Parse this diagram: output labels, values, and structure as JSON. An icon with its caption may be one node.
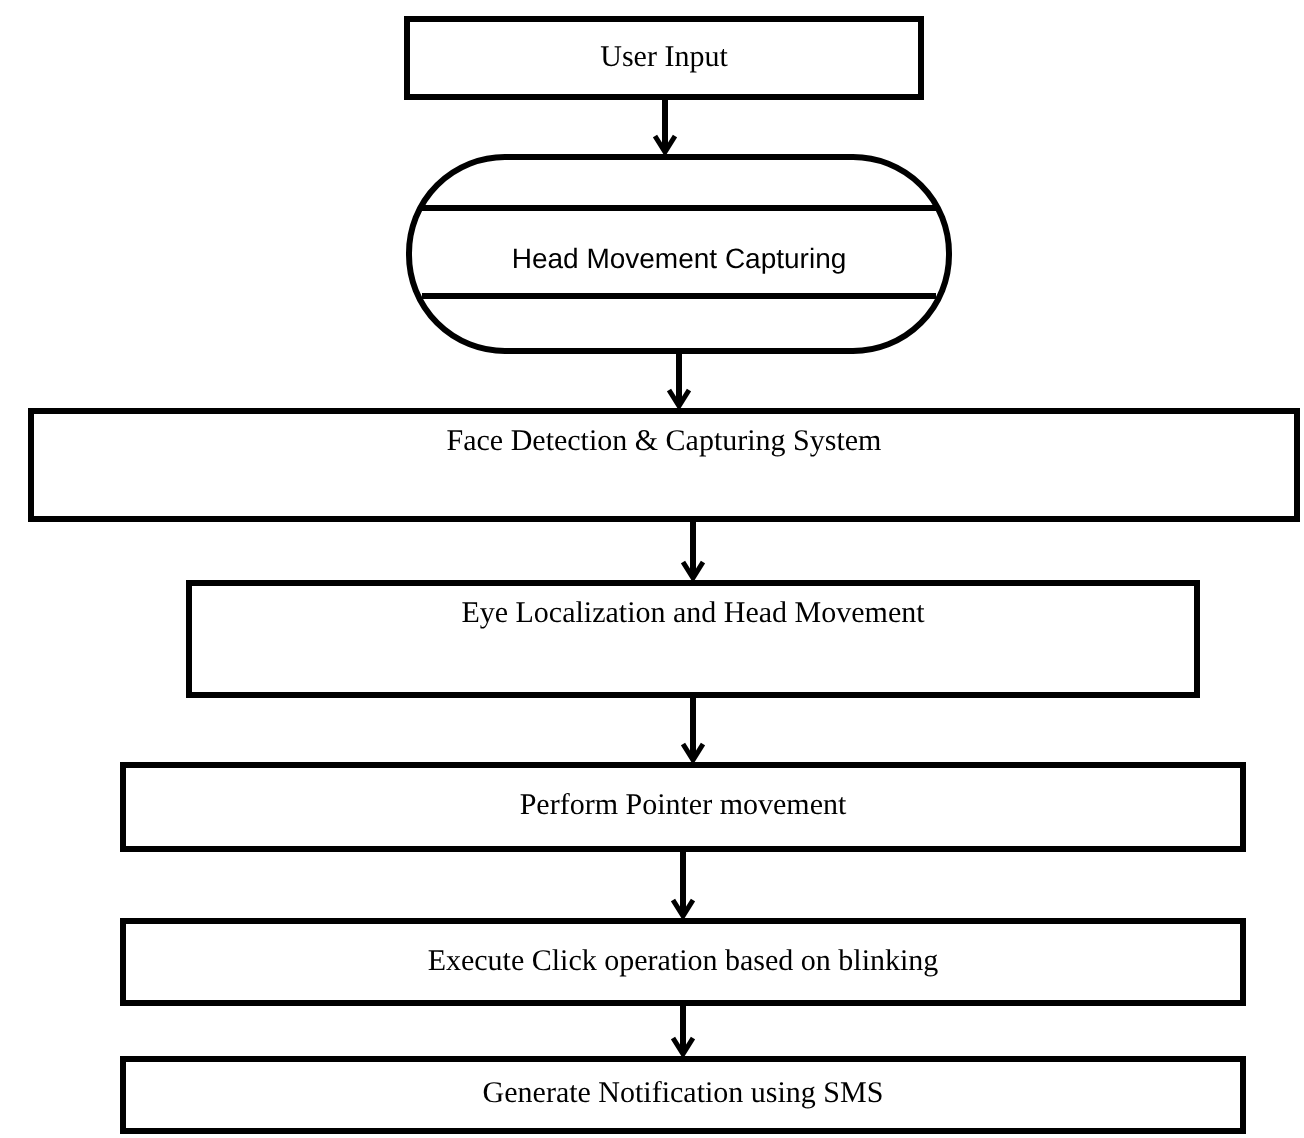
{
  "diagram": {
    "nodes": [
      {
        "text": [
          "User Input"
        ]
      },
      {
        "text": [
          "Head Movement Capturing"
        ]
      },
      {
        "text": [
          "Face Detection & Capturing System"
        ]
      },
      {
        "text": [
          "Eye Localization and Head Movement"
        ]
      },
      {
        "text": [
          "Perform Pointer movement"
        ]
      },
      {
        "text": [
          "Execute Click operation based on blinking"
        ]
      },
      {
        "text": [
          "Generate Notification using SMS"
        ]
      }
    ],
    "edges": [
      {
        "from": 0,
        "to": 1,
        "arrow": "to"
      },
      {
        "from": 1,
        "to": 2,
        "arrow": "to"
      },
      {
        "from": 2,
        "to": 3,
        "arrow": "to"
      },
      {
        "from": 3,
        "to": 4,
        "arrow": "to"
      },
      {
        "from": 4,
        "to": 5,
        "arrow": "to"
      },
      {
        "from": 5,
        "to": 6,
        "arrow": "to"
      }
    ]
  }
}
